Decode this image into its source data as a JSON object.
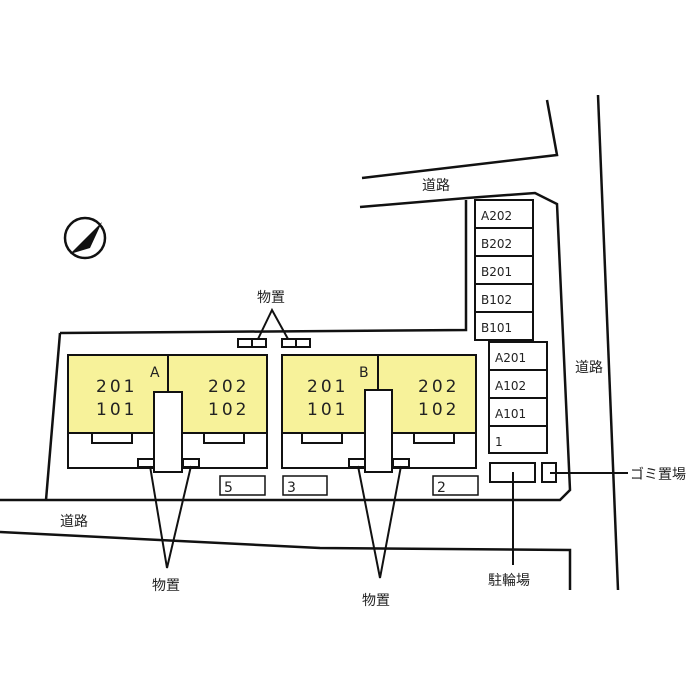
{
  "labels": {
    "road_top": "道路",
    "road_right": "道路",
    "road_bottom": "道路",
    "storage": "物置",
    "bicycle_parking": "駐輪場",
    "garbage": "ゴミ置場"
  },
  "buildings": [
    {
      "name": "A",
      "units": [
        {
          "upper": "201",
          "lower": "101"
        },
        {
          "upper": "202",
          "lower": "102"
        }
      ]
    },
    {
      "name": "B",
      "units": [
        {
          "upper": "201",
          "lower": "101"
        },
        {
          "upper": "202",
          "lower": "102"
        }
      ]
    }
  ],
  "parking_column_1": [
    "A202",
    "B202",
    "B201",
    "B102",
    "B101"
  ],
  "parking_column_2": [
    "A201",
    "A102",
    "A101",
    "1"
  ],
  "parking_bottom": [
    "5",
    "3",
    "2"
  ],
  "colors": {
    "unit_fill": "#f7f29a",
    "line": "#111111"
  },
  "icons": [
    "north-compass-icon"
  ]
}
